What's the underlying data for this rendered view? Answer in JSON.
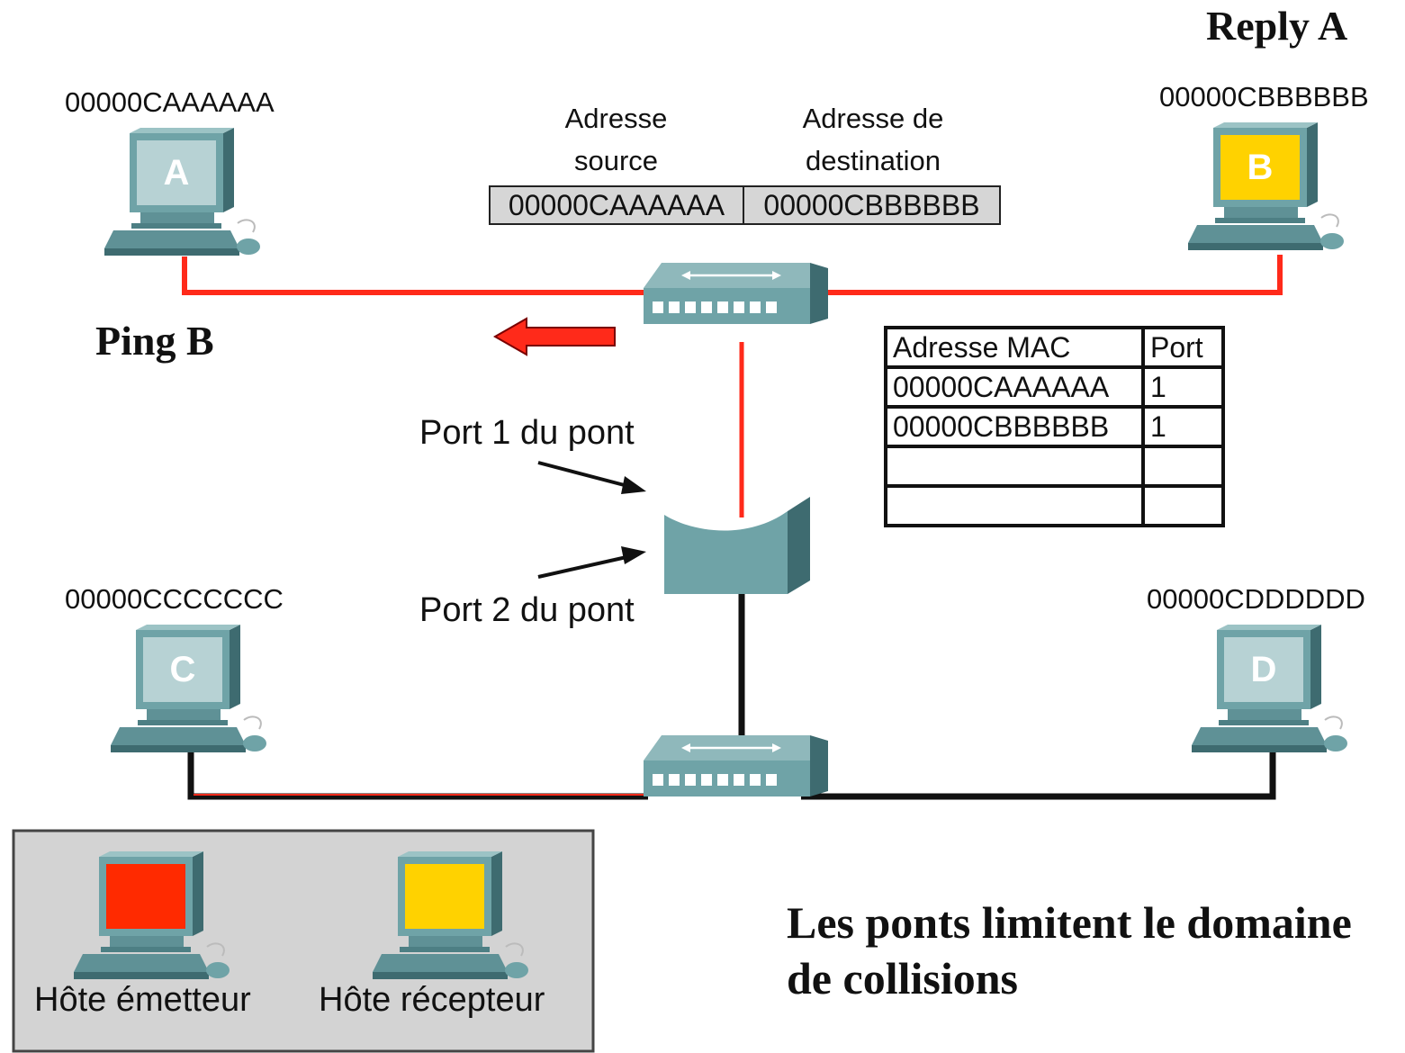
{
  "reply_label": "Reply A",
  "ping_label": "Ping B",
  "hosts": {
    "a": {
      "letter": "A",
      "mac": "00000CAAAAAA"
    },
    "b": {
      "letter": "B",
      "mac": "00000CBBBBBB"
    },
    "c": {
      "letter": "C",
      "mac": "00000CCCCCCC"
    },
    "d": {
      "letter": "D",
      "mac": "00000CDDDDDD"
    }
  },
  "frame": {
    "source_header": [
      "Adresse",
      "source"
    ],
    "dest_header": [
      "Adresse de",
      "destination"
    ],
    "source_value": "00000CAAAAAA",
    "dest_value": "00000CBBBBBB"
  },
  "bridge_ports": {
    "port1": "Port 1 du pont",
    "port2": "Port 2 du pont"
  },
  "mac_table": {
    "headers": [
      "Adresse MAC",
      "Port"
    ],
    "rows": [
      [
        "00000CAAAAAA",
        "1"
      ],
      [
        "00000CBBBBBB",
        "1"
      ],
      [
        "",
        ""
      ],
      [
        "",
        ""
      ]
    ]
  },
  "legend": {
    "sender": "Hôte émetteur",
    "receiver": "Hôte récepteur"
  },
  "caption": [
    "Les ponts limitent le domaine",
    "de collisions"
  ],
  "colors": {
    "active_link": "#ff2a1a",
    "idle_link": "#111111",
    "device_teal": "#6fa3a7",
    "sender": "#ff2a00",
    "receiver": "#ffd200",
    "legend_bg": "#d3d3d3"
  }
}
